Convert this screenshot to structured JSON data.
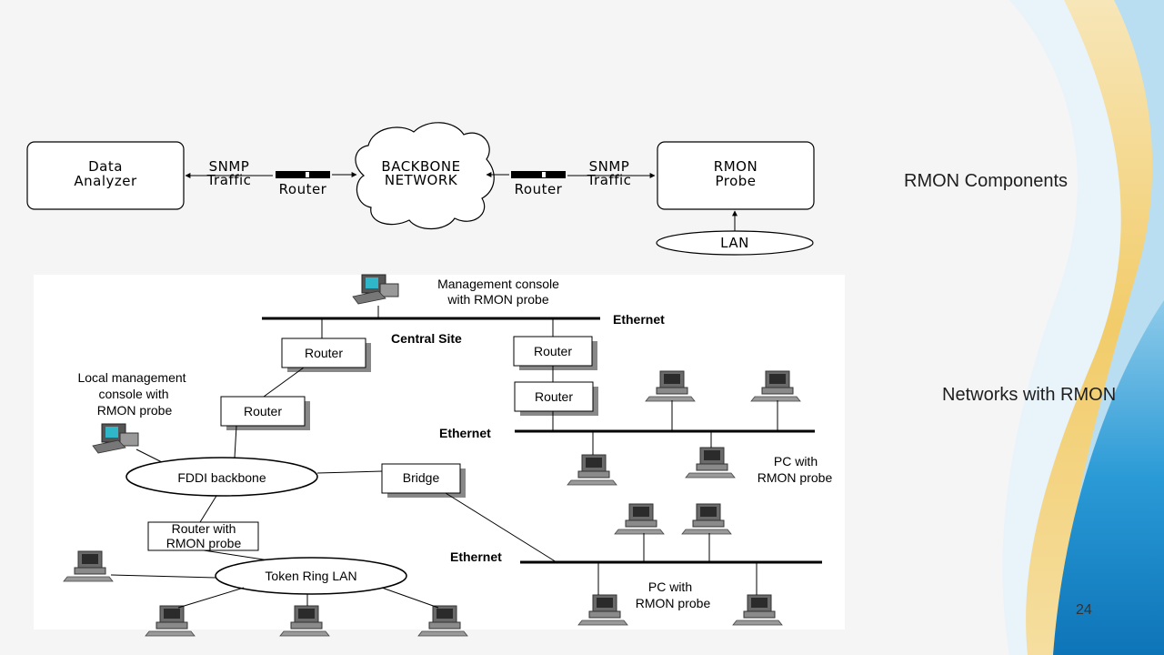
{
  "slide": {
    "title_top": "RMON Components",
    "title_bottom": "Networks with RMON",
    "page_number": "24"
  },
  "components": {
    "data_analyzer": [
      "Data",
      "Analyzer"
    ],
    "snmp_left": [
      "SNMP",
      "Traffic"
    ],
    "router_left": "Router",
    "backbone": [
      "BACKBONE",
      "NETWORK"
    ],
    "router_right": "Router",
    "snmp_right": [
      "SNMP",
      "Traffic"
    ],
    "rmon_probe": [
      "RMON",
      "Probe"
    ],
    "lan": "LAN"
  },
  "network": {
    "mgmt_console": [
      "Management  console",
      "with RMON probe"
    ],
    "ethernet_top": "Ethernet",
    "central_site": "Central Site",
    "router_a": "Router",
    "router_b": "Router",
    "router_c": "Router",
    "router_d": "Router",
    "local_mgmt": [
      "Local management",
      "console with",
      "RMON probe"
    ],
    "ethernet_mid": "Ethernet",
    "pc_rmon_1": [
      "PC with",
      "RMON  probe"
    ],
    "fddi": "FDDI backbone",
    "bridge": "Bridge",
    "router_rmon": [
      "Router with",
      "RMON  probe"
    ],
    "ethernet_low": "Ethernet",
    "token_ring": "Token Ring LAN",
    "pc_rmon_2": [
      "PC with",
      "RMON  probe"
    ]
  },
  "colors": {
    "wave_blue": "#1a8fd0",
    "wave_light_blue": "#a9d6ee",
    "wave_yellow": "#f3d27a"
  }
}
